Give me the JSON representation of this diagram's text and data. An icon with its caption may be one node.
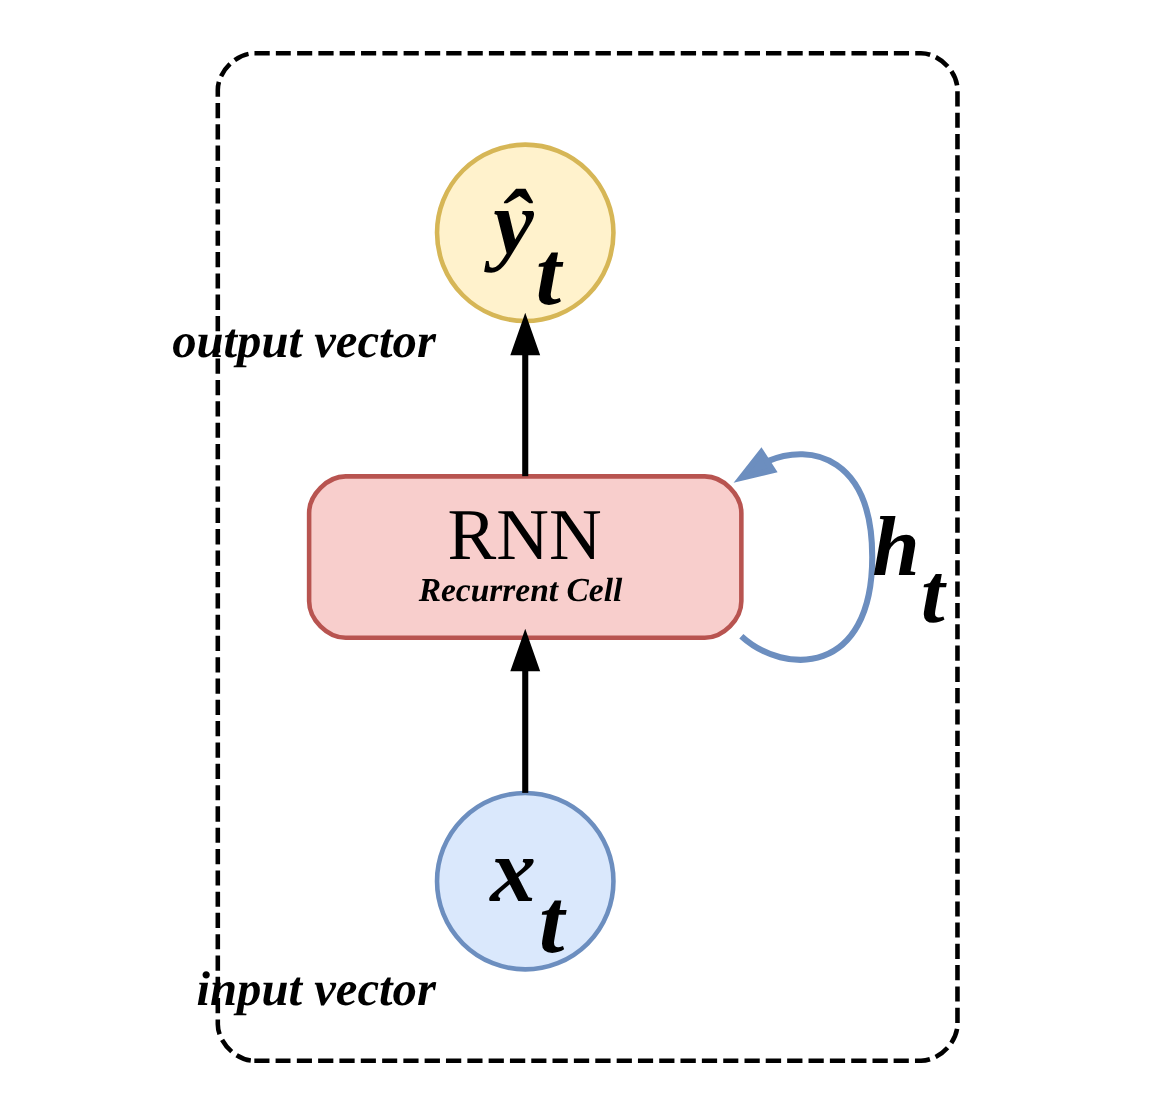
{
  "diagram": {
    "nodes": [
      {
        "text": [],
        "shape": "box"
      },
      {
        "text": [
          "ŷ$_{t}$"
        ],
        "in": 0,
        "beside": [
          "output vector"
        ]
      },
      {
        "text": [
          "RNN",
          "Recurrent Cell"
        ],
        "in": 0
      },
      {
        "text": [
          "x$_{t}$"
        ],
        "in": 0,
        "beside": [
          "input vector"
        ]
      }
    ],
    "edges": [
      {
        "from": 3,
        "to": 2,
        "arrow": "to"
      },
      {
        "from": 2,
        "to": 1,
        "arrow": "to"
      },
      {
        "from": 2,
        "to": 2,
        "arrow": "to",
        "label": "h$_{t}$",
        "color": "#6c8ebf"
      }
    ]
  }
}
